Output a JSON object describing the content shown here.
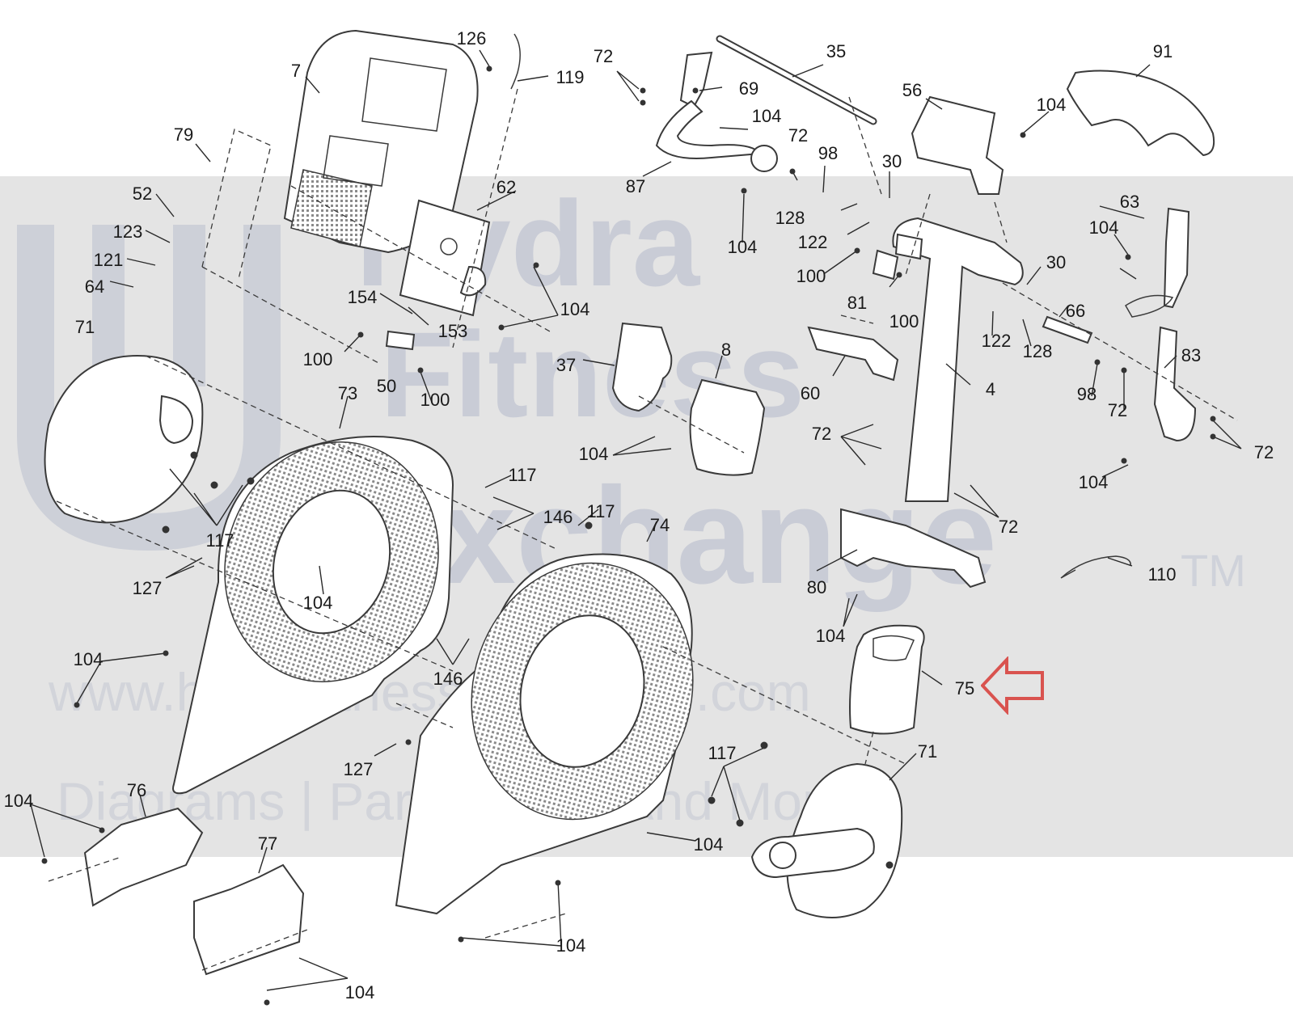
{
  "watermark": {
    "line1": "Hydra",
    "line2": "Fitness",
    "line3": "Exchange",
    "trademark": "TM",
    "url": "www.hydrafitnessexchange.com",
    "tagline": "Diagrams | Parts Lists | And More"
  },
  "highlight": {
    "color": "#d9534f",
    "points_to": "75"
  },
  "colors": {
    "band": "#e4e4e4",
    "ink": "#3a3a3a",
    "watermark_text": "#c9ccd6"
  },
  "callouts": [
    "126",
    "119",
    "7",
    "72",
    "69",
    "35",
    "91",
    "56",
    "104",
    "79",
    "52",
    "123",
    "121",
    "64",
    "104",
    "62",
    "87",
    "72",
    "98",
    "30",
    "128",
    "122",
    "100",
    "63",
    "104",
    "104",
    "104",
    "30",
    "81",
    "100",
    "66",
    "122",
    "128",
    "83",
    "71",
    "154",
    "153",
    "100",
    "50",
    "100",
    "37",
    "8",
    "4",
    "98",
    "72",
    "60",
    "73",
    "104",
    "72",
    "72",
    "104",
    "117",
    "146",
    "117",
    "117",
    "74",
    "72",
    "127",
    "104",
    "80",
    "110",
    "104",
    "104",
    "75",
    "146",
    "127",
    "117",
    "71",
    "104",
    "76",
    "104",
    "77",
    "104",
    "104"
  ]
}
